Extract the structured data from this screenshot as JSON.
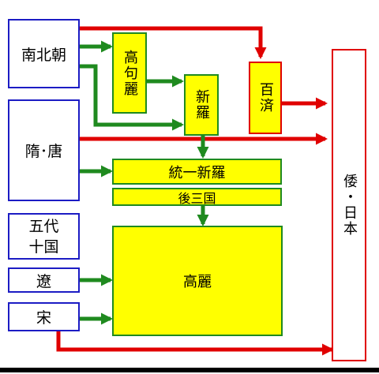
{
  "nodes": {
    "nanbeichao": "南北朝",
    "sui_tang": "隋･唐",
    "wudai_line1": "五代",
    "wudai_line2": "十国",
    "liao": "遼",
    "song": "宋",
    "goguryeo": "高句麗",
    "silla": "新羅",
    "baekje": "百済",
    "unified_silla": "統一新羅",
    "later_three": "後三国",
    "goryeo": "高麗",
    "wa_japan": "倭・日本"
  },
  "colors": {
    "blue_border": "#1c1cc4",
    "green": "#1f8a1f",
    "red": "#e00000",
    "yellow": "#ffff00"
  }
}
